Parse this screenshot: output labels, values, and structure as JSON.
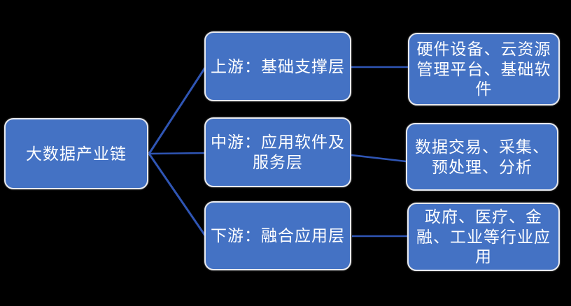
{
  "diagram": {
    "root_label": "大数据产业链",
    "tiers": [
      {
        "id": "upstream",
        "label": "上游：基础支撑层",
        "detail": "硬件设备、云资源管理平台、基础软件"
      },
      {
        "id": "midstream",
        "label": "中游：应用软件及服务层",
        "detail": "数据交易、采集、预处理、分析"
      },
      {
        "id": "downstream",
        "label": "下游：融合应用层",
        "detail": "政府、医疗、金融、工业等行业应用"
      }
    ],
    "colors": {
      "background": "#000000",
      "box_fill": "#4472C4",
      "box_border": "#E8EAEF",
      "text": "#FFFFFF",
      "connector": "#2F55B4"
    }
  }
}
